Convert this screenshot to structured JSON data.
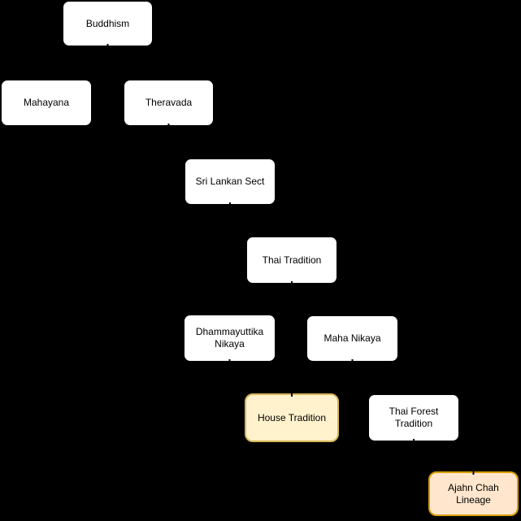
{
  "diagram": {
    "background_color": "#000000",
    "edge_color": "#000000",
    "default_node": {
      "fill": "#FFFFFF",
      "stroke": "#000000",
      "text_color": "#000000"
    },
    "nodes": [
      {
        "id": "buddhism",
        "label": "Buddhism",
        "fill": "#FFFFFF",
        "stroke": "#000000",
        "highlighted": false
      },
      {
        "id": "mahayana",
        "label": "Mahayana",
        "fill": "#FFFFFF",
        "stroke": "#000000",
        "highlighted": false
      },
      {
        "id": "theravada",
        "label": "Theravada",
        "fill": "#FFFFFF",
        "stroke": "#000000",
        "highlighted": false
      },
      {
        "id": "sri-lankan-sect",
        "label": "Sri Lankan Sect",
        "fill": "#FFFFFF",
        "stroke": "#000000",
        "highlighted": false
      },
      {
        "id": "thai-tradition",
        "label": "Thai Tradition",
        "fill": "#FFFFFF",
        "stroke": "#000000",
        "highlighted": false
      },
      {
        "id": "dhammayuttika-nikaya",
        "label": "Dhammayuttika Nikaya",
        "fill": "#FFFFFF",
        "stroke": "#000000",
        "highlighted": false
      },
      {
        "id": "maha-nikaya",
        "label": "Maha Nikaya",
        "fill": "#FFFFFF",
        "stroke": "#000000",
        "highlighted": false
      },
      {
        "id": "house-tradition",
        "label": "House Tradition",
        "fill": "#FFF2CC",
        "stroke": "#D6B656",
        "highlighted": true
      },
      {
        "id": "thai-forest-tradition",
        "label": "Thai Forest Tradition",
        "fill": "#FFFFFF",
        "stroke": "#000000",
        "highlighted": false
      },
      {
        "id": "ajahn-chah-lineage",
        "label": "Ajahn Chah Lineage",
        "fill": "#FFE6CC",
        "stroke": "#D79B00",
        "highlighted": true
      }
    ],
    "edges": [
      {
        "from": "buddhism",
        "to": "mahayana"
      },
      {
        "from": "buddhism",
        "to": "theravada"
      },
      {
        "from": "theravada",
        "to": "sri-lankan-sect"
      },
      {
        "from": "sri-lankan-sect",
        "to": "thai-tradition"
      },
      {
        "from": "thai-tradition",
        "to": "dhammayuttika-nikaya"
      },
      {
        "from": "thai-tradition",
        "to": "maha-nikaya"
      },
      {
        "from": "dhammayuttika-nikaya",
        "to": "house-tradition"
      },
      {
        "from": "maha-nikaya",
        "to": "thai-forest-tradition"
      },
      {
        "from": "thai-forest-tradition",
        "to": "ajahn-chah-lineage"
      }
    ]
  }
}
